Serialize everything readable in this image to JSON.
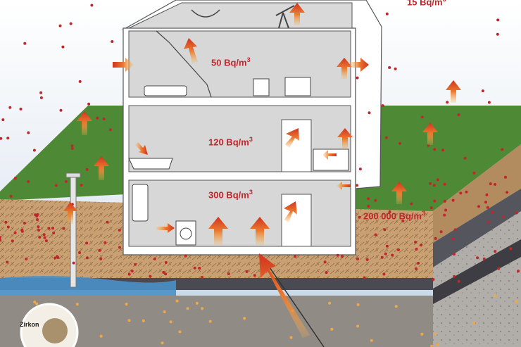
{
  "labels": {
    "top_floor": "50 Bq/m",
    "middle_floor": "120 Bq/m",
    "basement": "300 Bq/m",
    "ground": "200 000 Bq/m",
    "outdoor_air": "15 Bq/m",
    "unit_exponent": "3",
    "mineral_badge": "Zirkon"
  },
  "colors": {
    "sky": "#dbe7f2",
    "grass": "#4e8a35",
    "soil": "#c59a6e",
    "clay": "#a8824f",
    "water": "#4a90c8",
    "dark_layer": "#4a4a52",
    "rock": "#a9a6a2",
    "radon_dot": "#c0272d",
    "arrow_red": "#d8402a",
    "arrow_orange": "#f0a040",
    "house_wall": "#ffffff",
    "room_floor": "#d7d7d7"
  }
}
